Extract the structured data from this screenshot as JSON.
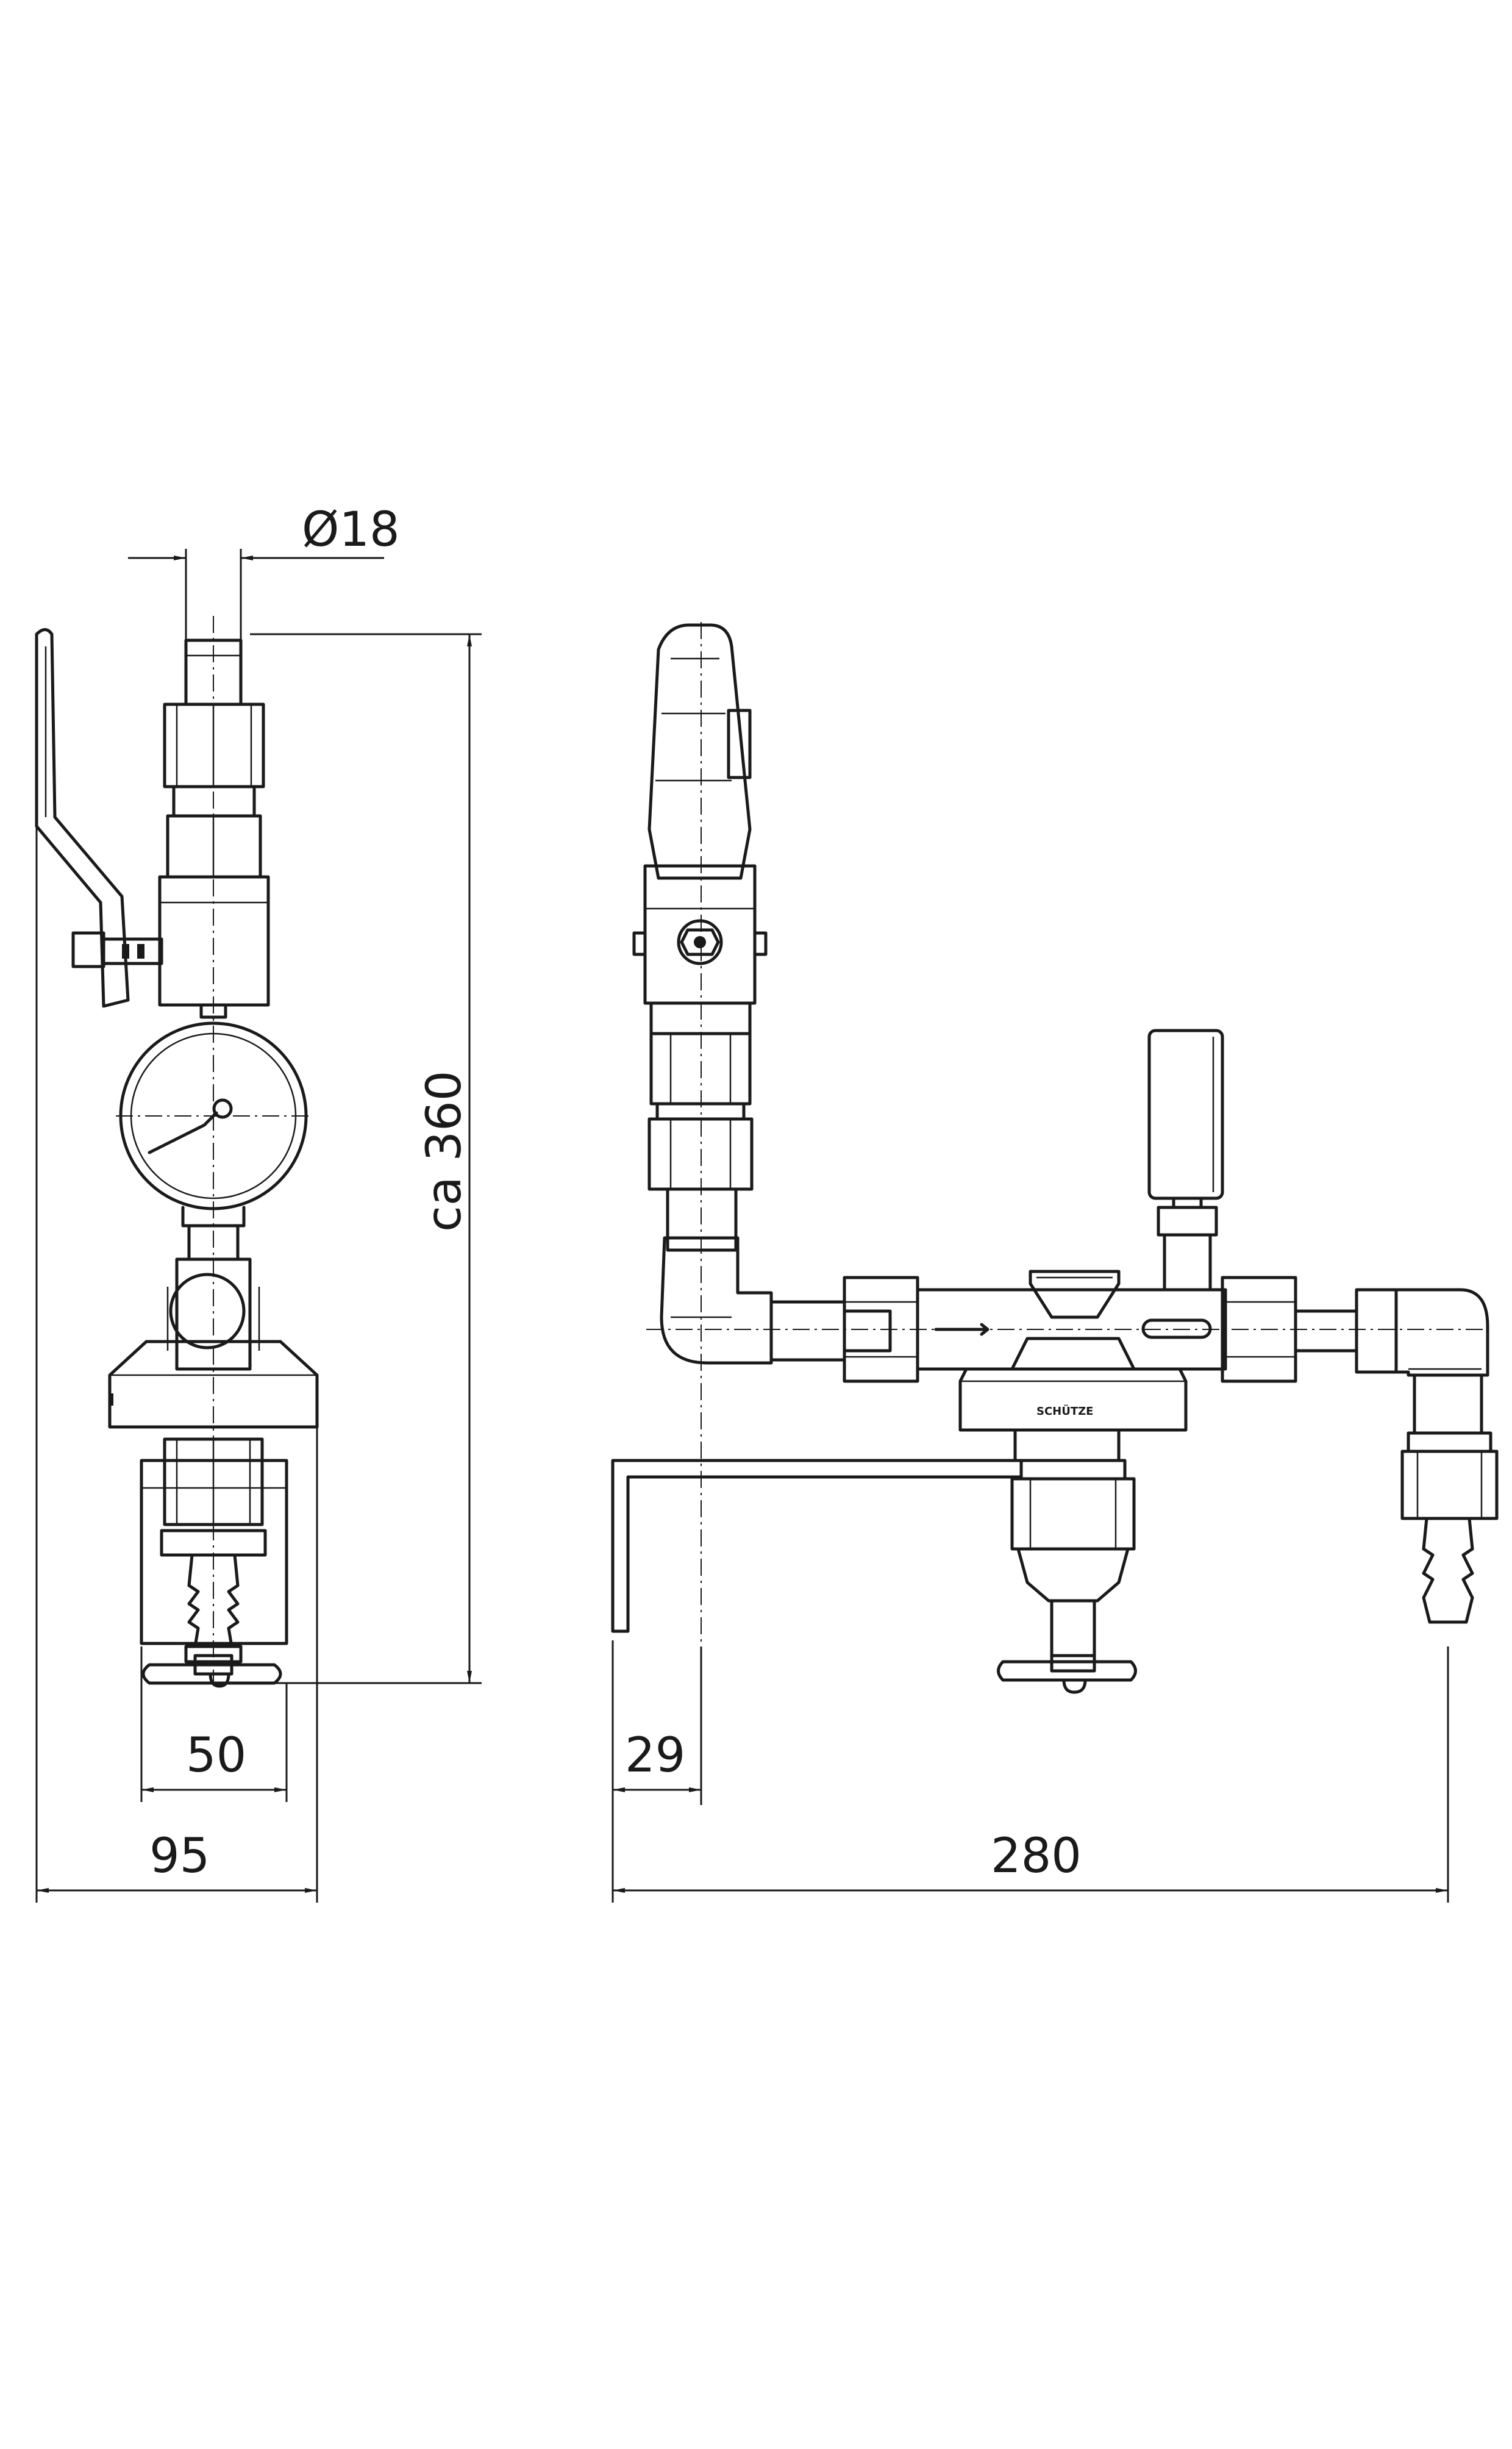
{
  "drawing": {
    "dimensions": {
      "pipe_diameter": "Ø18",
      "height": "ca 360",
      "mount_width": "50",
      "side_width": "95",
      "offset": "29",
      "total_width": "280"
    },
    "logo_text": "SCHÜTZE"
  }
}
